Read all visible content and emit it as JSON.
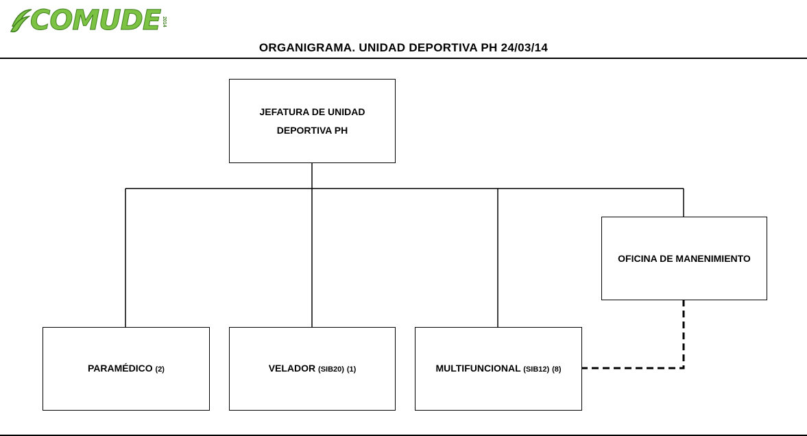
{
  "header": {
    "logo_text": "COMUDE",
    "logo_year": "2014",
    "title": "ORGANIGRAMA. UNIDAD DEPORTIVA PH 24/03/14"
  },
  "chart": {
    "root": {
      "line1": "JEFATURA DE UNIDAD",
      "line2": "DEPORTIVA PH"
    },
    "office": {
      "label": "OFICINA DE MANENIMIENTO"
    },
    "paramedico": {
      "label": "PARAMÉDICO",
      "count": "(2)"
    },
    "velador": {
      "label": "VELADOR",
      "code": "(SIB20)",
      "count": "(1)"
    },
    "multifuncional": {
      "label": "MULTIFUNCIONAL",
      "code": "(SIB12)",
      "count": "(8)"
    }
  },
  "colors": {
    "logo_green": "#7cc243",
    "logo_dark": "#3f7f1f",
    "line": "#000000"
  }
}
